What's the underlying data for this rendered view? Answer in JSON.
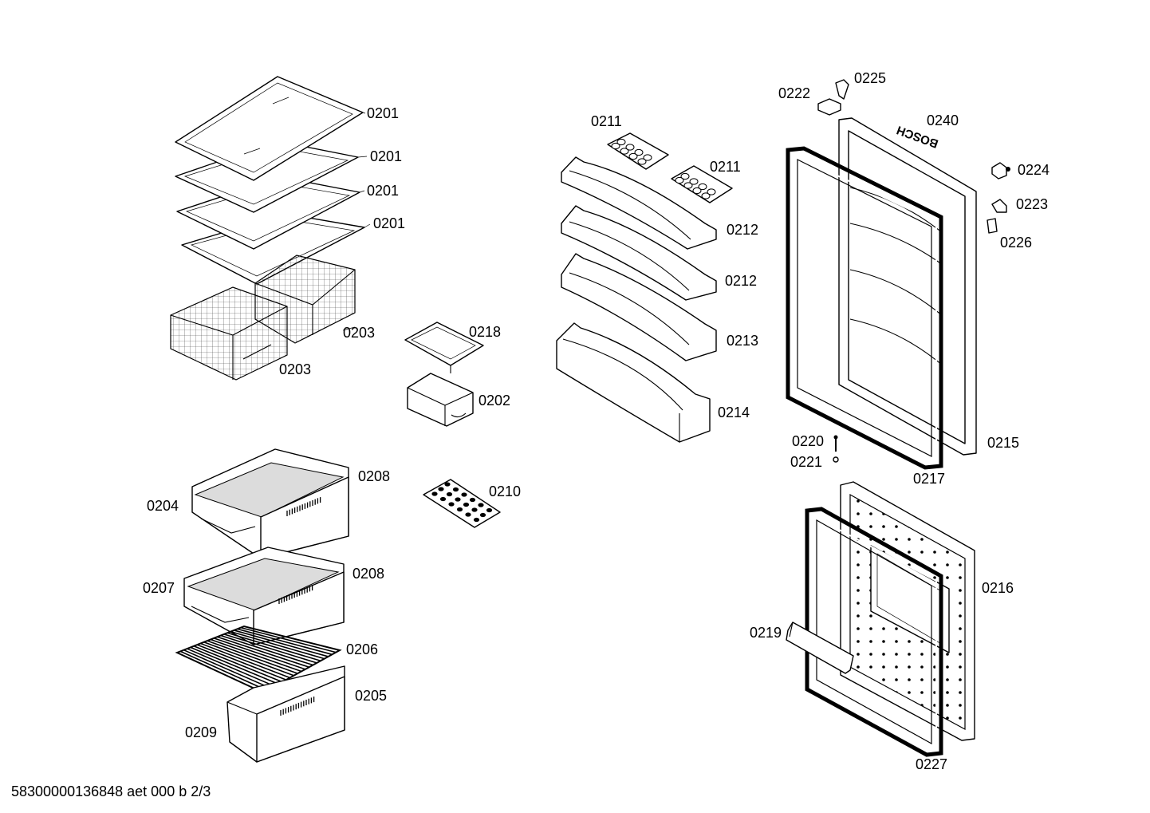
{
  "part_labels": {
    "p0201a": "0201",
    "p0201b": "0201",
    "p0201c": "0201",
    "p0201d": "0201",
    "p0203a": "0203",
    "p0203b": "0203",
    "p0218": "0218",
    "p0202": "0202",
    "p0208a": "0208",
    "p0204": "0204",
    "p0210": "0210",
    "p0208b": "0208",
    "p0207": "0207",
    "p0206": "0206",
    "p0205": "0205",
    "p0209": "0209",
    "p0211a": "0211",
    "p0211b": "0211",
    "p0212a": "0212",
    "p0212b": "0212",
    "p0213": "0213",
    "p0214": "0214",
    "p0222": "0222",
    "p0225": "0225",
    "p0240": "0240",
    "p0224": "0224",
    "p0223": "0223",
    "p0226": "0226",
    "p0220": "0220",
    "p0221": "0221",
    "p0215": "0215",
    "p0217": "0217",
    "p0216": "0216",
    "p0219": "0219",
    "p0227": "0227"
  },
  "brand_mark": "BOSCH",
  "footer_code": "58300000136848 aet 000 b 2/3"
}
